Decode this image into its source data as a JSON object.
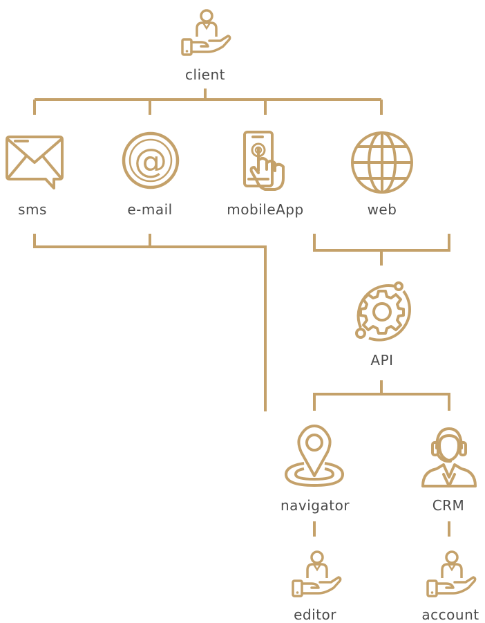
{
  "accent_color": "#c4a16a",
  "text_color": "#4a4a4a",
  "nodes": {
    "client": {
      "label": "client",
      "icon": "user-hand-icon"
    },
    "sms": {
      "label": "sms",
      "icon": "envelope-message-icon"
    },
    "email": {
      "label": "e-mail",
      "icon": "at-sign-icon"
    },
    "mobileapp": {
      "label": "mobileApp",
      "icon": "phone-tap-icon"
    },
    "web": {
      "label": "web",
      "icon": "globe-icon"
    },
    "api": {
      "label": "API",
      "icon": "gear-cycle-icon"
    },
    "navigator": {
      "label": "navigator",
      "icon": "location-pin-icon"
    },
    "crm": {
      "label": "CRM",
      "icon": "support-agent-icon"
    },
    "editor": {
      "label": "editor",
      "icon": "user-hand-icon"
    },
    "account": {
      "label": "account",
      "icon": "user-hand-icon"
    }
  }
}
